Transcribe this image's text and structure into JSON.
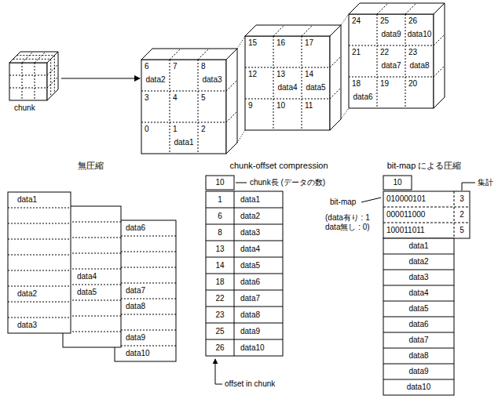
{
  "diagram": {
    "nodes": [
      {
        "text": [
          "chunk"
        ]
      },
      {
        "text": [
          "6",
          "7",
          "8",
          "data2",
          "data3",
          "3",
          "4",
          "5",
          "0",
          "1",
          "2",
          "data1"
        ]
      },
      {
        "text": [
          "15",
          "16",
          "17",
          "12",
          "13",
          "14",
          "data4",
          "data5",
          "9",
          "10",
          "11"
        ]
      },
      {
        "text": [
          "24",
          "25",
          "26",
          "data9",
          "data10",
          "21",
          "22",
          "23",
          "data7",
          "data8",
          "18",
          "19",
          "20",
          "data6"
        ]
      }
    ],
    "edges": [
      {
        "from": 0,
        "to": 1,
        "arrow": "to"
      }
    ],
    "labels": [
      "無圧縮",
      "chunk-offset compression",
      "bit-map による圧縮",
      "data1",
      "data2",
      "data3",
      "data4",
      "data5",
      "data6",
      "data7",
      "data8",
      "data9",
      "data10",
      "10",
      "chunk長 (データの数)",
      "1",
      "data1",
      "6",
      "data2",
      "8",
      "data3",
      "13",
      "data4",
      "14",
      "data5",
      "18",
      "data6",
      "22",
      "data7",
      "23",
      "data8",
      "25",
      "data9",
      "26",
      "data10",
      "offset in chunk",
      "10",
      "集計",
      "bit-map",
      "010000101",
      "3",
      "000011000",
      "2",
      "100011011",
      "5",
      "(data有り : 1 data無し : 0)",
      "data1",
      "data2",
      "data3",
      "data4",
      "data5",
      "data6",
      "data7",
      "data8",
      "data9",
      "data10"
    ]
  }
}
